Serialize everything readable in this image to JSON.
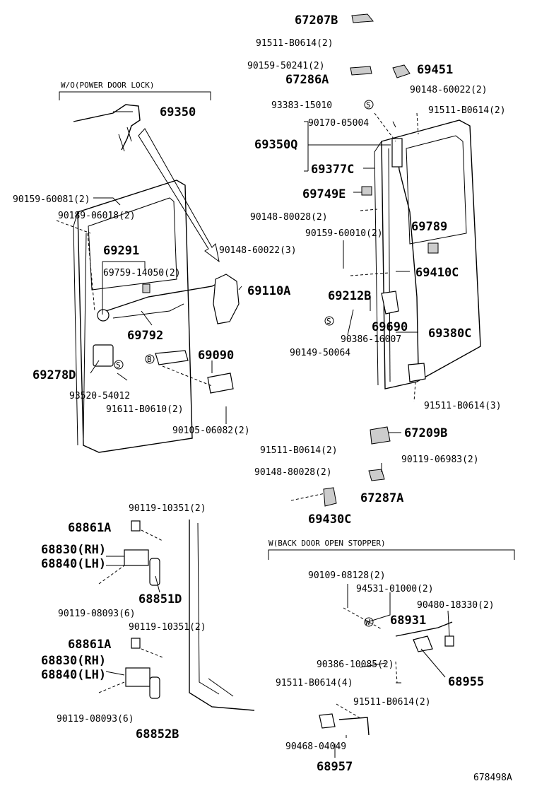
{
  "diagram_id": "678498A",
  "notes": {
    "without_power_lock": "W/O(POWER DOOR LOCK)",
    "with_stopper": "W(BACK DOOR OPEN STOPPER)"
  },
  "labels": [
    {
      "id": "67207B",
      "text": "67207B",
      "size": "big"
    },
    {
      "id": "91511-B0614-2-top",
      "text": "91511-B0614(2)",
      "size": "small"
    },
    {
      "id": "90159-50241-2",
      "text": "90159-50241(2)",
      "size": "small"
    },
    {
      "id": "67286A",
      "text": "67286A",
      "size": "big"
    },
    {
      "id": "69451",
      "text": "69451",
      "size": "big"
    },
    {
      "id": "90148-60022-2",
      "text": "90148-60022(2)",
      "size": "small"
    },
    {
      "id": "93383-15010",
      "text": "93383-15010",
      "size": "small"
    },
    {
      "id": "91511-B0614-2-right",
      "text": "91511-B0614(2)",
      "size": "small"
    },
    {
      "id": "90170-05004",
      "text": "90170-05004",
      "size": "small"
    },
    {
      "id": "69350Q",
      "text": "69350Q",
      "size": "big"
    },
    {
      "id": "69377C",
      "text": "69377C",
      "size": "big"
    },
    {
      "id": "69749E",
      "text": "69749E",
      "size": "big"
    },
    {
      "id": "90148-80028-2-a",
      "text": "90148-80028(2)",
      "size": "small"
    },
    {
      "id": "90159-60010-2",
      "text": "90159-60010(2)",
      "size": "small"
    },
    {
      "id": "69789",
      "text": "69789",
      "size": "big"
    },
    {
      "id": "69410C",
      "text": "69410C",
      "size": "big"
    },
    {
      "id": "69212B",
      "text": "69212B",
      "size": "big"
    },
    {
      "id": "69690",
      "text": "69690",
      "size": "big"
    },
    {
      "id": "90386-16007",
      "text": "90386-16007",
      "size": "small"
    },
    {
      "id": "69380C",
      "text": "69380C",
      "size": "big"
    },
    {
      "id": "90149-50064",
      "text": "90149-50064",
      "size": "small"
    },
    {
      "id": "91511-B0614-3",
      "text": "91511-B0614(3)",
      "size": "small"
    },
    {
      "id": "67209B",
      "text": "67209B",
      "size": "big"
    },
    {
      "id": "91511-B0614-2-mid",
      "text": "91511-B0614(2)",
      "size": "small"
    },
    {
      "id": "90119-06983-2",
      "text": "90119-06983(2)",
      "size": "small"
    },
    {
      "id": "90148-80028-2-b",
      "text": "90148-80028(2)",
      "size": "small"
    },
    {
      "id": "67287A",
      "text": "67287A",
      "size": "big"
    },
    {
      "id": "69430C",
      "text": "69430C",
      "size": "big"
    },
    {
      "id": "69350",
      "text": "69350",
      "size": "big"
    },
    {
      "id": "90159-60081-2",
      "text": "90159-60081(2)",
      "size": "small"
    },
    {
      "id": "90189-06018-2",
      "text": "90189-06018(2)",
      "size": "small"
    },
    {
      "id": "69291",
      "text": "69291",
      "size": "big"
    },
    {
      "id": "69759-14050-2",
      "text": "69759-14050(2)",
      "size": "small"
    },
    {
      "id": "90148-60022-3",
      "text": "90148-60022(3)",
      "size": "small"
    },
    {
      "id": "69110A",
      "text": "69110A",
      "size": "big"
    },
    {
      "id": "69792",
      "text": "69792",
      "size": "big"
    },
    {
      "id": "69090",
      "text": "69090",
      "size": "big"
    },
    {
      "id": "69278D",
      "text": "69278D",
      "size": "big"
    },
    {
      "id": "93520-54012",
      "text": "93520-54012",
      "size": "small"
    },
    {
      "id": "91611-B0610-2",
      "text": "91611-B0610(2)",
      "size": "small"
    },
    {
      "id": "90105-06082-2",
      "text": "90105-06082(2)",
      "size": "small"
    },
    {
      "id": "90119-10351-2-a",
      "text": "90119-10351(2)",
      "size": "small"
    },
    {
      "id": "68861A-a",
      "text": "68861A",
      "size": "big"
    },
    {
      "id": "68830-RH-a",
      "text": "68830(RH)",
      "size": "big"
    },
    {
      "id": "68840-LH-a",
      "text": "68840(LH)",
      "size": "big"
    },
    {
      "id": "68851D",
      "text": "68851D",
      "size": "big"
    },
    {
      "id": "90119-08093-6-a",
      "text": "90119-08093(6)",
      "size": "small"
    },
    {
      "id": "90119-10351-2-b",
      "text": "90119-10351(2)",
      "size": "small"
    },
    {
      "id": "68861A-b",
      "text": "68861A",
      "size": "big"
    },
    {
      "id": "68830-RH-b",
      "text": "68830(RH)",
      "size": "big"
    },
    {
      "id": "68840-LH-b",
      "text": "68840(LH)",
      "size": "big"
    },
    {
      "id": "90119-08093-6-b",
      "text": "90119-08093(6)",
      "size": "small"
    },
    {
      "id": "68852B",
      "text": "68852B",
      "size": "big"
    },
    {
      "id": "90109-08128-2",
      "text": "90109-08128(2)",
      "size": "small"
    },
    {
      "id": "94531-01000-2",
      "text": "94531-01000(2)",
      "size": "small"
    },
    {
      "id": "90480-18330-2",
      "text": "90480-18330(2)",
      "size": "small"
    },
    {
      "id": "68931",
      "text": "68931",
      "size": "big"
    },
    {
      "id": "90386-10085-2",
      "text": "90386-10085(2)",
      "size": "small"
    },
    {
      "id": "68955",
      "text": "68955",
      "size": "big"
    },
    {
      "id": "91511-B0614-4",
      "text": "91511-B0614(4)",
      "size": "small"
    },
    {
      "id": "91511-B0614-2-bottom",
      "text": "91511-B0614(2)",
      "size": "small"
    },
    {
      "id": "90468-04049",
      "text": "90468-04049",
      "size": "small"
    },
    {
      "id": "68957",
      "text": "68957",
      "size": "big"
    }
  ],
  "symbols": {
    "s": "S",
    "w": "W",
    "b": "B"
  }
}
